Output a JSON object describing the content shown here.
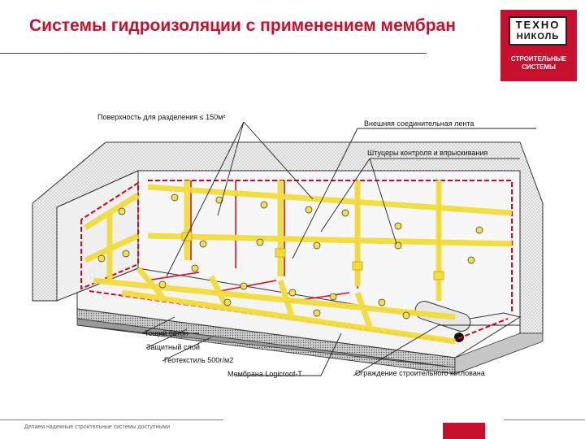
{
  "header": {
    "title": "Системы гидроизоляции с применением мембран"
  },
  "logo": {
    "line1": "ТЕХНО",
    "line2": "НИКОЛЬ",
    "subtitle_line1": "СТРОИТЕЛЬНЫЕ",
    "subtitle_line2": "СИСТЕМЫ"
  },
  "diagram": {
    "labels": {
      "surface": "Поверхность для разделения ≤ 150м²",
      "outer_tape": "Внешняя соединительная лента",
      "fittings": "Штуцеры контроля и впрыскивания",
      "lean_concrete": "Тощий бетон",
      "protective_layer": "Защитный слой",
      "geotextile": "Геотекстиль 500г/м2",
      "membrane": "Мембрана Logicroof-T",
      "pit_fence": "Ограждение строительного котлована"
    }
  },
  "footer": {
    "text": "Делаем надежные строительные системы доступными"
  },
  "colors": {
    "accent": "#c8102e",
    "tape": "#f5e04a",
    "wall": "#e8e8e8"
  }
}
